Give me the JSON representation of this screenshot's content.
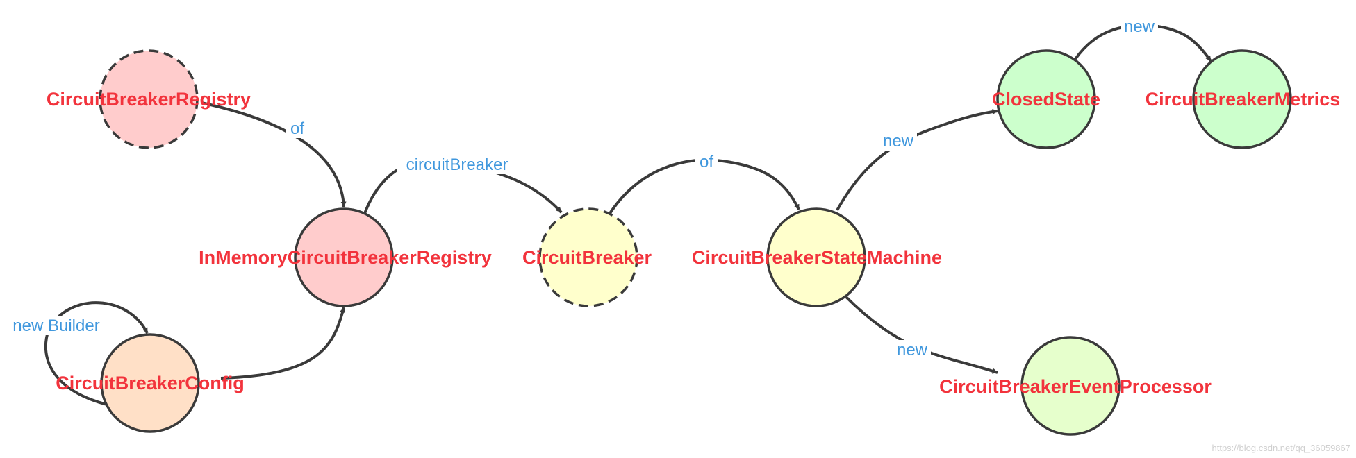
{
  "nodes": [
    {
      "id": "registry",
      "label": "CircuitBreakerRegistry",
      "fill": "#ffcccc",
      "style": "dashed"
    },
    {
      "id": "inmemory",
      "label": "InMemoryCircuitBreakerRegistry",
      "fill": "#ffcccc",
      "style": "solid"
    },
    {
      "id": "config",
      "label": "CircuitBreakerConfig",
      "fill": "#ffe0c7",
      "style": "solid"
    },
    {
      "id": "breaker",
      "label": "CircuitBreaker",
      "fill": "#ffffcc",
      "style": "dashed"
    },
    {
      "id": "statemachine",
      "label": "CircuitBreakerStateMachine",
      "fill": "#ffffcc",
      "style": "solid"
    },
    {
      "id": "closed",
      "label": "ClosedState",
      "fill": "#ccffcc",
      "style": "solid"
    },
    {
      "id": "metrics",
      "label": "CircuitBreakerMetrics",
      "fill": "#ccffcc",
      "style": "solid"
    },
    {
      "id": "eventprocessor",
      "label": "CircuitBreakerEventProcessor",
      "fill": "#e6ffcc",
      "style": "solid"
    }
  ],
  "edges": [
    {
      "id": "registry-inmemory",
      "from": "registry",
      "to": "inmemory",
      "label": "of"
    },
    {
      "id": "config-self",
      "from": "config",
      "to": "config",
      "label": "new Builder"
    },
    {
      "id": "config-inmemory",
      "from": "config",
      "to": "inmemory",
      "label": ""
    },
    {
      "id": "inmemory-breaker",
      "from": "inmemory",
      "to": "breaker",
      "label": "circuitBreaker"
    },
    {
      "id": "breaker-statemachine",
      "from": "breaker",
      "to": "statemachine",
      "label": "of"
    },
    {
      "id": "statemachine-closed",
      "from": "statemachine",
      "to": "closed",
      "label": "new"
    },
    {
      "id": "statemachine-eventprocessor",
      "from": "statemachine",
      "to": "eventprocessor",
      "label": "new"
    },
    {
      "id": "closed-metrics",
      "from": "closed",
      "to": "metrics",
      "label": "new"
    }
  ],
  "watermark": "https://blog.csdn.net/qq_36059867",
  "colors": {
    "node_label": "#f2333c",
    "edge_label": "#3f97dd",
    "stroke": "#3a3a3a"
  }
}
